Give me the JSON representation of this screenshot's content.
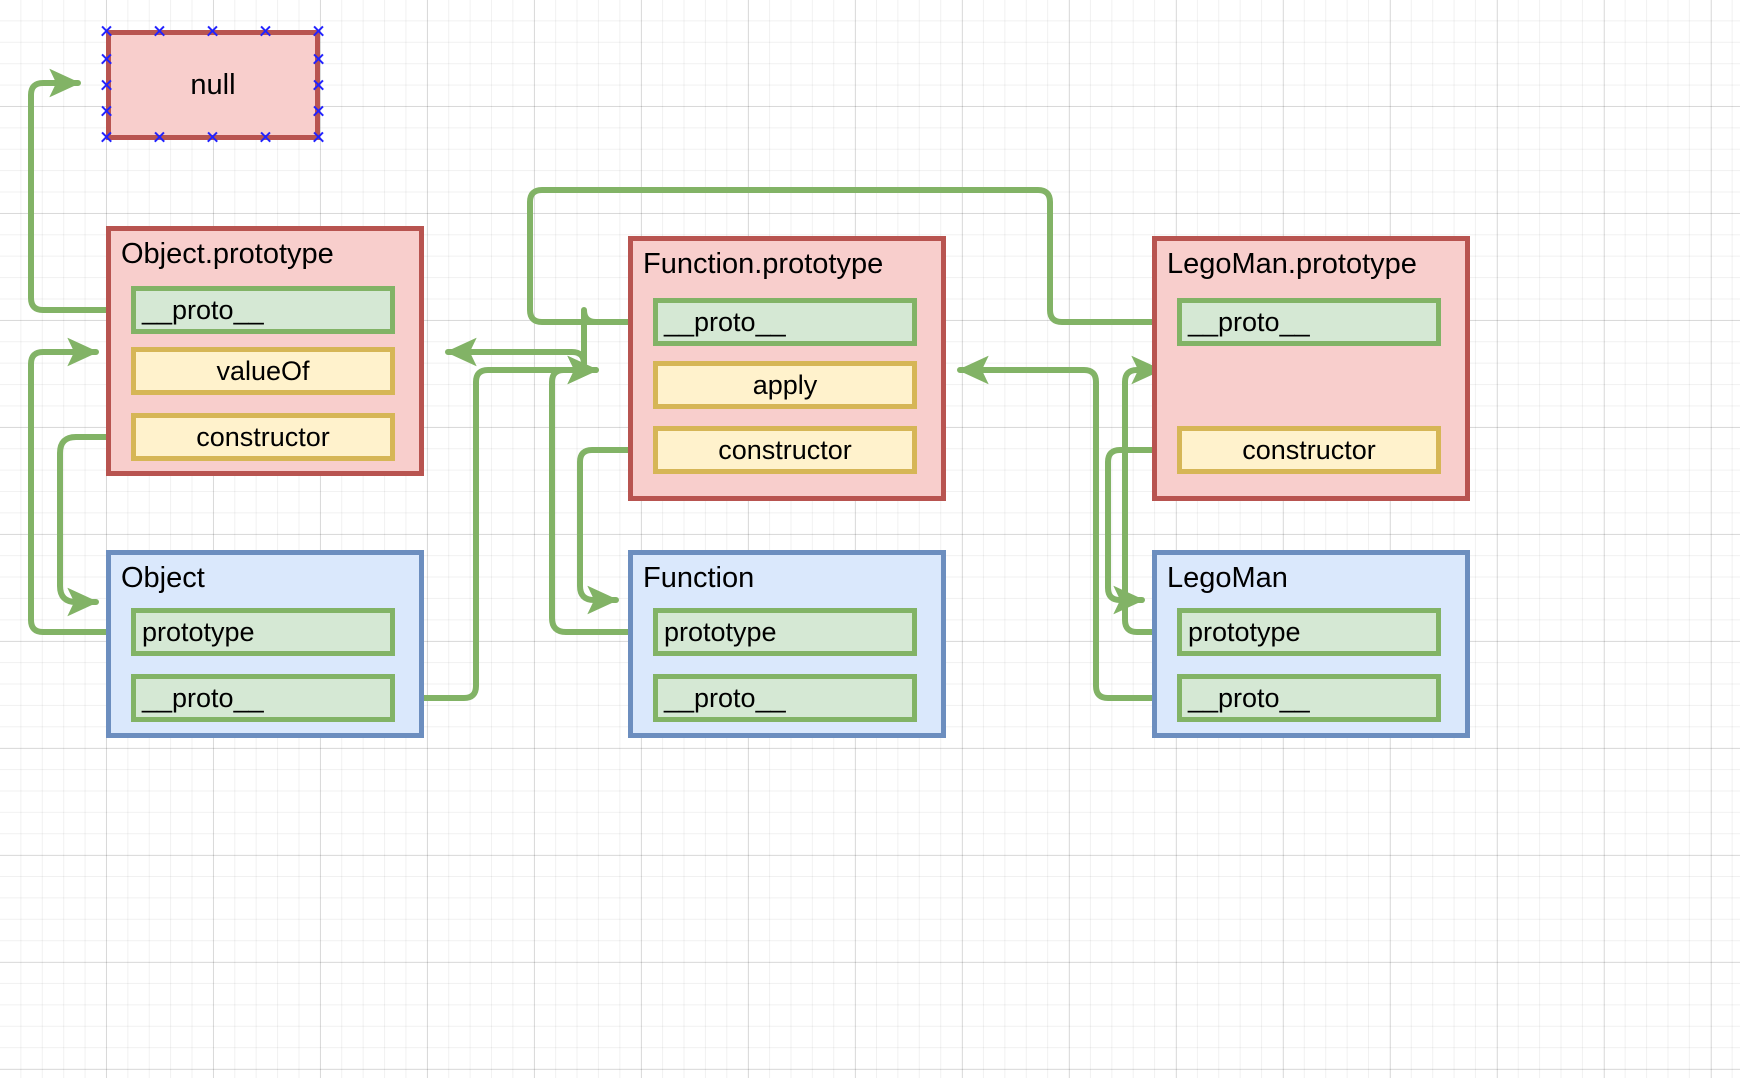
{
  "diagram": {
    "title": "JavaScript prototype chain diagram",
    "colors": {
      "red_fill": "#f8cecc",
      "red_stroke": "#b85450",
      "blue_fill": "#dae8fc",
      "blue_stroke": "#6c8ebf",
      "green_fill": "#d5e8d4",
      "green_stroke": "#82b366",
      "yellow_fill": "#fff2cc",
      "yellow_stroke": "#d6b656",
      "edge": "#82b366",
      "handle": "#2222ff"
    },
    "nodes": [
      {
        "id": "null",
        "label": "null",
        "kind": "red",
        "label_align": "center",
        "selected": true,
        "rows": []
      },
      {
        "id": "object-prototype",
        "label": "Object.prototype",
        "kind": "red",
        "label_align": "title",
        "rows": [
          {
            "label": "__proto__",
            "kind": "green",
            "align": "left"
          },
          {
            "label": "valueOf",
            "kind": "yellow",
            "align": "center"
          },
          {
            "label": "constructor",
            "kind": "yellow",
            "align": "center"
          }
        ]
      },
      {
        "id": "function-prototype",
        "label": "Function.prototype",
        "kind": "red",
        "label_align": "title",
        "rows": [
          {
            "label": "__proto__",
            "kind": "green",
            "align": "left"
          },
          {
            "label": "apply",
            "kind": "yellow",
            "align": "center"
          },
          {
            "label": "constructor",
            "kind": "yellow",
            "align": "center"
          }
        ]
      },
      {
        "id": "legoman-prototype",
        "label": "LegoMan.prototype",
        "kind": "red",
        "label_align": "title",
        "rows": [
          {
            "label": "__proto__",
            "kind": "green",
            "align": "left"
          },
          {
            "label": "constructor",
            "kind": "yellow",
            "align": "center"
          }
        ]
      },
      {
        "id": "object",
        "label": "Object",
        "kind": "blue",
        "label_align": "title",
        "rows": [
          {
            "label": "prototype",
            "kind": "green",
            "align": "left"
          },
          {
            "label": "__proto__",
            "kind": "green",
            "align": "left"
          }
        ]
      },
      {
        "id": "function",
        "label": "Function",
        "kind": "blue",
        "label_align": "title",
        "rows": [
          {
            "label": "prototype",
            "kind": "green",
            "align": "left"
          },
          {
            "label": "__proto__",
            "kind": "green",
            "align": "left"
          }
        ]
      },
      {
        "id": "legoman",
        "label": "LegoMan",
        "kind": "blue",
        "label_align": "title",
        "rows": [
          {
            "label": "prototype",
            "kind": "green",
            "align": "left"
          },
          {
            "label": "__proto__",
            "kind": "green",
            "align": "left"
          }
        ]
      }
    ],
    "edges": [
      {
        "from": "object-prototype.__proto__",
        "to": "null"
      },
      {
        "from": "object.prototype",
        "to": "object-prototype"
      },
      {
        "from": "object-prototype.constructor",
        "to": "object"
      },
      {
        "from": "function-prototype.__proto__",
        "to": "object-prototype"
      },
      {
        "from": "function.prototype",
        "to": "function-prototype"
      },
      {
        "from": "function-prototype.constructor",
        "to": "function"
      },
      {
        "from": "object.__proto__",
        "to": "function-prototype"
      },
      {
        "from": "legoman-prototype.__proto__",
        "to": "object-prototype"
      },
      {
        "from": "legoman.prototype",
        "to": "legoman-prototype"
      },
      {
        "from": "legoman-prototype.constructor",
        "to": "legoman"
      },
      {
        "from": "legoman.__proto__",
        "to": "function-prototype"
      }
    ]
  }
}
